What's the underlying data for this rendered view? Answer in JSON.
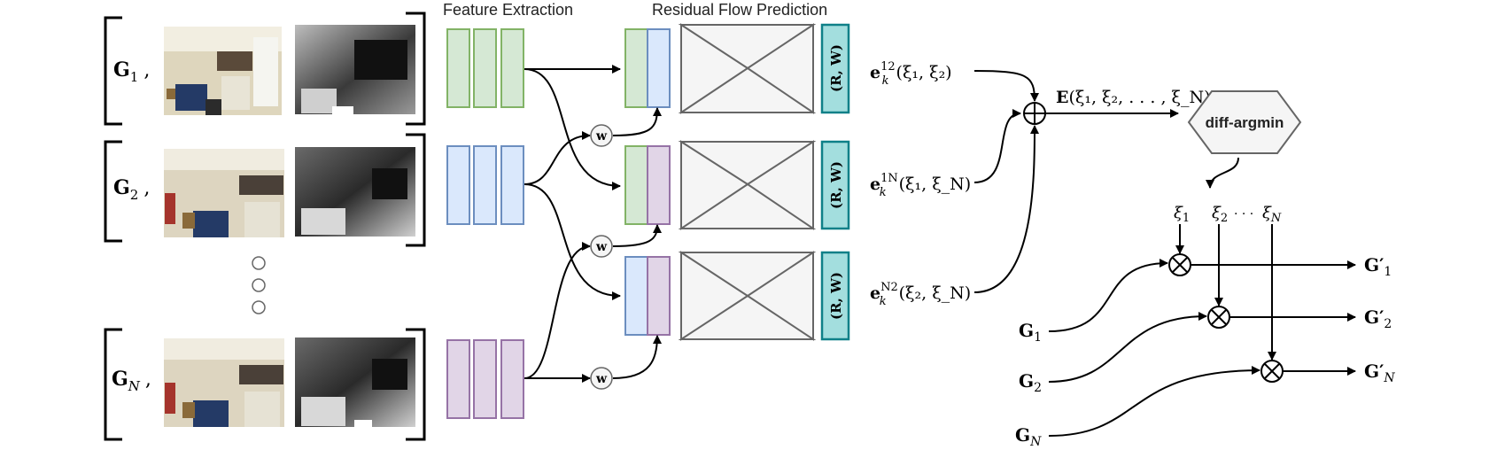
{
  "headers": {
    "feature_extraction": "Feature Extraction",
    "residual_flow": "Residual Flow Prediction"
  },
  "inputs": [
    {
      "base": "G",
      "sub": "1",
      "sep": ","
    },
    {
      "base": "G",
      "sub": "2",
      "sep": ","
    },
    {
      "base": "G",
      "sub": "N",
      "sep": ","
    }
  ],
  "weight_label": "w",
  "rw_label": "(R, W)",
  "error_terms": [
    {
      "base": "e",
      "sup": "12",
      "sub": "k",
      "args": "(ξ₁, ξ₂)"
    },
    {
      "base": "e",
      "sup": "1N",
      "sub": "k",
      "args": "(ξ₁, ξ_N)"
    },
    {
      "base": "e",
      "sup": "N2",
      "sub": "k",
      "args": "(ξ₂, ξ_N)"
    }
  ],
  "energy": {
    "base": "E",
    "args": "(ξ₁, ξ₂, . . . , ξ_N)"
  },
  "solver": "diff-argmin",
  "xi": [
    {
      "base": "ξ",
      "sub": "1"
    },
    {
      "base": "ξ",
      "sub": "2"
    },
    {
      "dots": "· · ·"
    },
    {
      "base": "ξ",
      "sub": "N"
    }
  ],
  "updates_in": [
    {
      "base": "G",
      "sub": "1"
    },
    {
      "base": "G",
      "sub": "2"
    },
    {
      "base": "G",
      "sub": "N"
    }
  ],
  "updates_out": [
    {
      "base": "G′",
      "sub": "1"
    },
    {
      "base": "G′",
      "sub": "2"
    },
    {
      "base": "G′",
      "sub": "N"
    }
  ],
  "colors": {
    "green_fill": "#d5e8d4",
    "green_stroke": "#82b366",
    "blue_fill": "#dae8fc",
    "blue_stroke": "#6c8ebf",
    "purple_fill": "#e1d5e7",
    "purple_stroke": "#9673a6",
    "teal_fill": "#a3dede",
    "teal_stroke": "#0e8088",
    "gray_fill": "#f5f5f5",
    "gray_stroke": "#666666"
  }
}
